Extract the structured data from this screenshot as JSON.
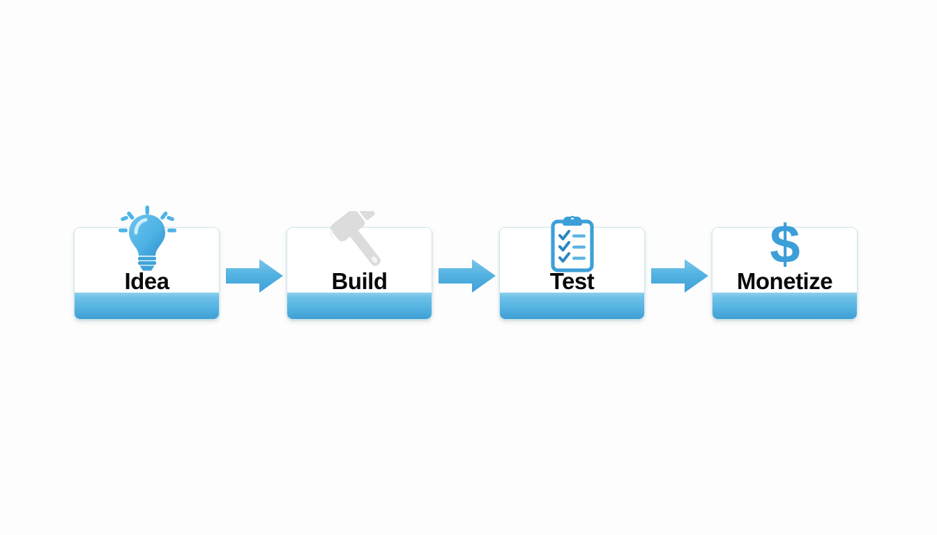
{
  "diagram": {
    "title": "Idea to Monetize process flow",
    "background_color": "#fdfdfd",
    "accent_color": "#4fb3e5",
    "band_color": "#52b1e0",
    "border_color": "#cfe8ee",
    "label_color": "#0a0a0a",
    "hammer_color": "#dcdcdc",
    "steps": [
      {
        "label": "Idea",
        "icon": "lightbulb-icon",
        "icon_color": "#4fb3e5"
      },
      {
        "label": "Build",
        "icon": "hammer-icon",
        "icon_color": "#dcdcdc"
      },
      {
        "label": "Test",
        "icon": "clipboard-checklist-icon",
        "icon_color": "#3d9fd8"
      },
      {
        "label": "Monetize",
        "icon": "dollar-sign-icon",
        "icon_color": "#3d9fd8"
      }
    ],
    "connectors": [
      {
        "name": "arrow-idea-to-build",
        "direction": "right"
      },
      {
        "name": "arrow-build-to-test",
        "direction": "right"
      },
      {
        "name": "arrow-test-to-monetize",
        "direction": "right"
      }
    ]
  }
}
